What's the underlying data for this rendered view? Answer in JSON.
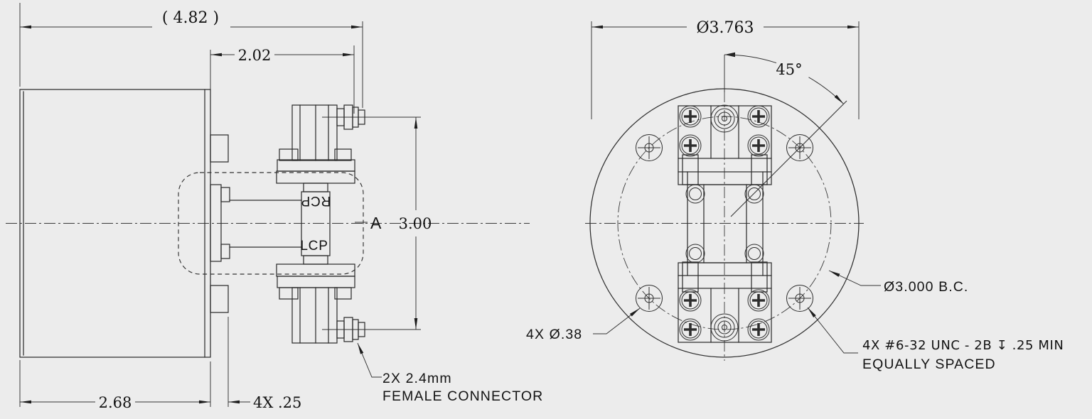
{
  "colors": {
    "background": "#ececec",
    "line": "#2e2e2e",
    "text": "#131313"
  },
  "side_view": {
    "dim_overall_length": "( 4.82 )",
    "dim_connector_offset": "2.02",
    "dim_connector_spacing": "3.00",
    "dim_body_length": "2.68",
    "dim_flange_thickness": "4X .25",
    "label_rcp": "RCP",
    "label_lcp": "LCP",
    "label_section": "A",
    "note_connector_line1": "2X 2.4mm",
    "note_connector_line2": "FEMALE CONNECTOR"
  },
  "front_view": {
    "dim_outer_diameter": "Ø3.763",
    "dim_hole_angle": "45°",
    "note_bolt_circle": "Ø3.000 B.C.",
    "note_clearance_holes": "4X Ø.38",
    "note_tapped_line1": "4X #6-32 UNC - 2B ↧ .25 MIN",
    "note_tapped_line2": "EQUALLY SPACED"
  }
}
